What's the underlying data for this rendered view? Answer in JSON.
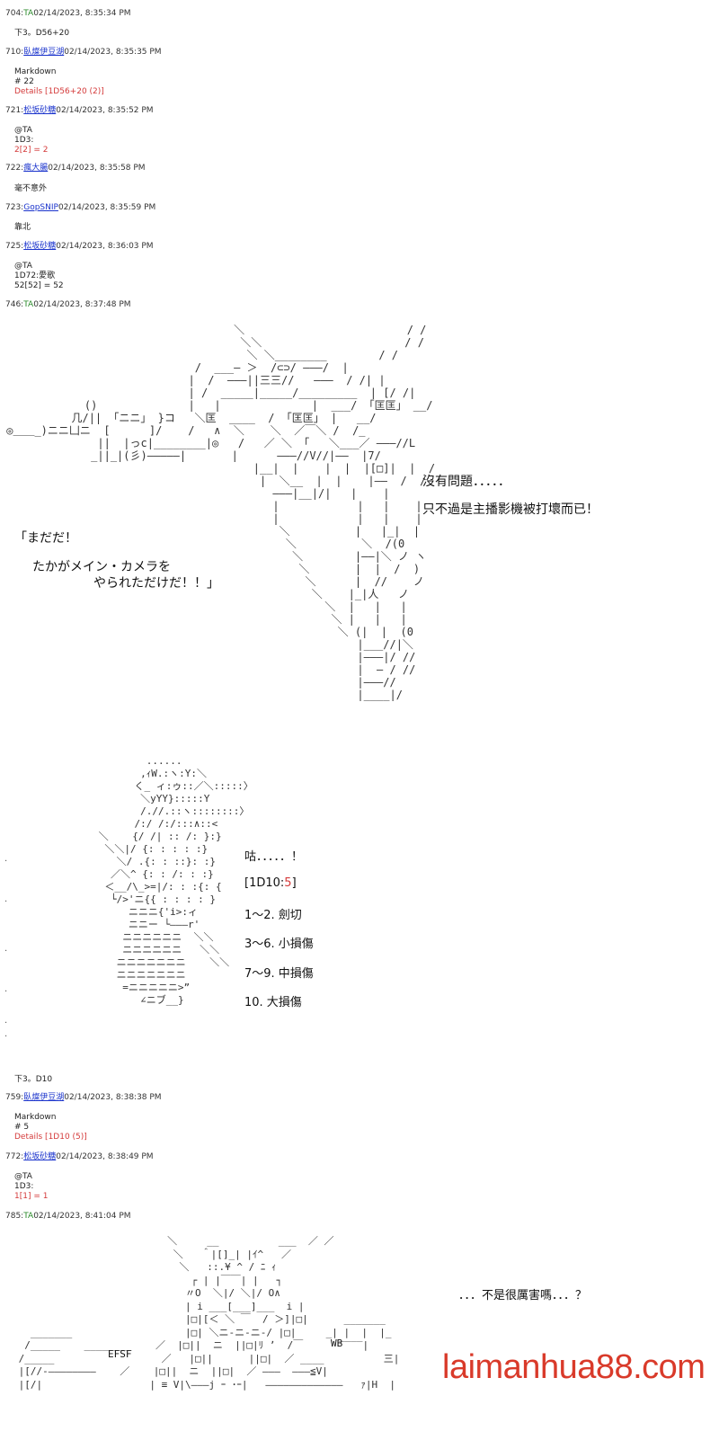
{
  "posts": [
    {
      "header_num": "704:",
      "name": "TA",
      "date": "02/14/2023, 8:35:34 PM",
      "lines": [
        "下3。D56+20"
      ]
    },
    {
      "header_num": "710:",
      "name": "臥燦伊豆湖",
      "date": "02/14/2023, 8:35:35 PM",
      "lines": [
        "Markdown",
        "# 22"
      ],
      "red": "Details [1D56+20 (2)]"
    },
    {
      "header_num": "721:",
      "name": "松坂砂糖",
      "date": "02/14/2023, 8:35:52 PM",
      "lines": [
        "@TA",
        "1D3:"
      ],
      "red": "2[2] = 2"
    },
    {
      "header_num": "722:",
      "name": "瘋大腸",
      "date": "02/14/2023, 8:35:58 PM",
      "lines": [
        "毫不意外"
      ]
    },
    {
      "header_num": "723:",
      "name": "GopSNIP",
      "date": "02/14/2023, 8:35:59 PM",
      "lines": [
        "靠北"
      ]
    },
    {
      "header_num": "725:",
      "name": "松坂砂糖",
      "date": "02/14/2023, 8:36:03 PM",
      "lines": [
        "@TA",
        "1D72:愛歌",
        "52[52] = 52"
      ]
    },
    {
      "header_num": "746:",
      "name": "TA",
      "date": "02/14/2023, 8:37:48 PM"
    },
    {
      "header_num": "759:",
      "name": "臥燦伊豆湖",
      "date": "02/14/2023, 8:38:38 PM",
      "lines": [
        "Markdown",
        "# 5"
      ],
      "red": "Details [1D10 (5)]"
    },
    {
      "header_num": "772:",
      "name": "松坂砂糖",
      "date": "02/14/2023, 8:38:49 PM",
      "lines": [
        "@TA",
        "1D3:"
      ],
      "red": "1[1] = 1"
    },
    {
      "header_num": "785:",
      "name": "TA",
      "date": "02/14/2023, 8:41:04 PM"
    }
  ],
  "scene1": {
    "speech_left_1": "「まだだ！",
    "speech_left_2": "たかがメイン・カメラを",
    "speech_left_3": "やられただけだ！！」",
    "speech_right_1": "沒有問題．．．．．",
    "speech_right_2": "只不過是主播影機被打壞而已！"
  },
  "scene2": {
    "exclaim": "咕．．．．．！",
    "roll_prefix": "[1D10:",
    "roll_value": "5",
    "roll_suffix": "]",
    "options": [
      {
        "text": "1～2. 劍切",
        "highlight": false
      },
      {
        "text": "3～6. 小損傷",
        "highlight": true
      },
      {
        "text": "7～9. 中損傷",
        "highlight": false
      },
      {
        "text": "10. 大損傷",
        "highlight": false
      }
    ],
    "footer": "下3。D10"
  },
  "scene3": {
    "question": "．．．不是很厲害嗎．．．？",
    "label_left": "EFSF",
    "label_right": "WB"
  },
  "watermark": "laimanhua88.com",
  "colors": {
    "green": "#2a8a2a",
    "blue": "#1a33cc",
    "red": "#d43a3a",
    "watermark": "#d93a2a"
  }
}
